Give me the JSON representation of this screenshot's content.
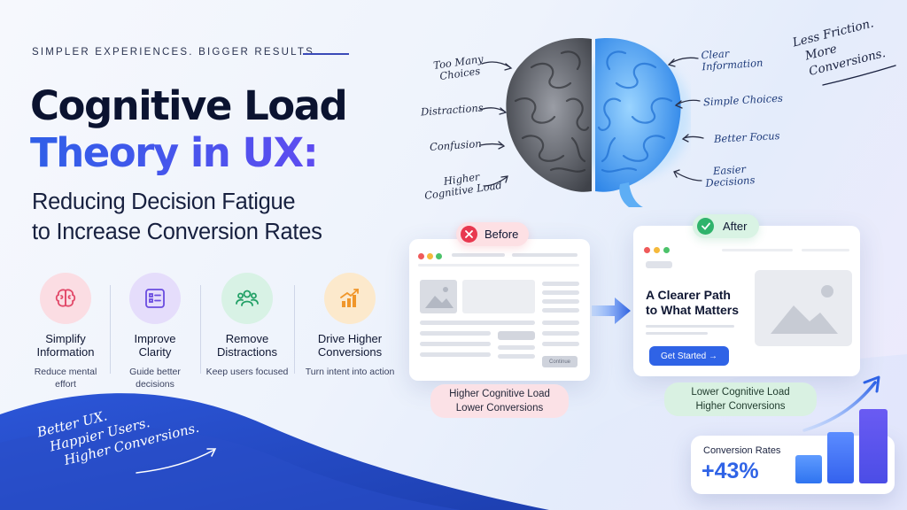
{
  "header": {
    "kicker": "SIMPLER EXPERIENCES. BIGGER RESULTS.",
    "title_line1": "Cognitive Load",
    "title_line2": "Theory in UX:",
    "subtitle_line1": "Reducing Decision Fatigue",
    "subtitle_line2": "to Increase Conversion Rates"
  },
  "features": [
    {
      "icon": "brain-icon",
      "title1": "Simplify",
      "title2": "Information",
      "desc1": "Reduce mental",
      "desc2": "effort",
      "color": "#f9d9df"
    },
    {
      "icon": "list-icon",
      "title1": "Improve",
      "title2": "Clarity",
      "desc1": "Guide better",
      "desc2": "decisions",
      "color": "#e4dcfb"
    },
    {
      "icon": "users-icon",
      "title1": "Remove",
      "title2": "Distractions",
      "desc1": "Keep users focused",
      "desc2": "",
      "color": "#d6f1e4"
    },
    {
      "icon": "chart-icon",
      "title1": "Drive Higher",
      "title2": "Conversions",
      "desc1": "Turn intent into action",
      "desc2": "",
      "color": "#fbe9cf"
    }
  ],
  "brain": {
    "left_labels": [
      {
        "l1": "Too Many",
        "l2": "Choices"
      },
      {
        "l1": "Distractions",
        "l2": ""
      },
      {
        "l1": "Confusion",
        "l2": ""
      },
      {
        "l1": "Higher",
        "l2": "Cognitive Load"
      }
    ],
    "right_labels": [
      {
        "l1": "Clear",
        "l2": "Information"
      },
      {
        "l1": "Simple Choices",
        "l2": ""
      },
      {
        "l1": "Better Focus",
        "l2": ""
      },
      {
        "l1": "Easier",
        "l2": "Decisions"
      }
    ],
    "left_color": "#7a7d85",
    "right_color": "#5aaaf5"
  },
  "tagline": {
    "l1": "Less Friction.",
    "l2": "More Conversions."
  },
  "before": {
    "badge": "Before",
    "button_label": "Continue",
    "caption_l1": "Higher Cognitive Load",
    "caption_l2": "Lower Conversions"
  },
  "after": {
    "badge": "After",
    "heading_l1": "A Clearer Path",
    "heading_l2": "to What Matters",
    "cta": "Get Started →",
    "caption_l1": "Lower Cognitive Load",
    "caption_l2": "Higher Conversions"
  },
  "conversion": {
    "label": "Conversion Rates",
    "value": "+43%"
  },
  "band": {
    "l1": "Better UX.",
    "l2": "Happier Users.",
    "l3": "Higher Conversions."
  },
  "colors": {
    "accent": "#2f63e6",
    "before_red": "#e8384f",
    "after_green": "#2fb36b",
    "navy": "#0b1330"
  }
}
